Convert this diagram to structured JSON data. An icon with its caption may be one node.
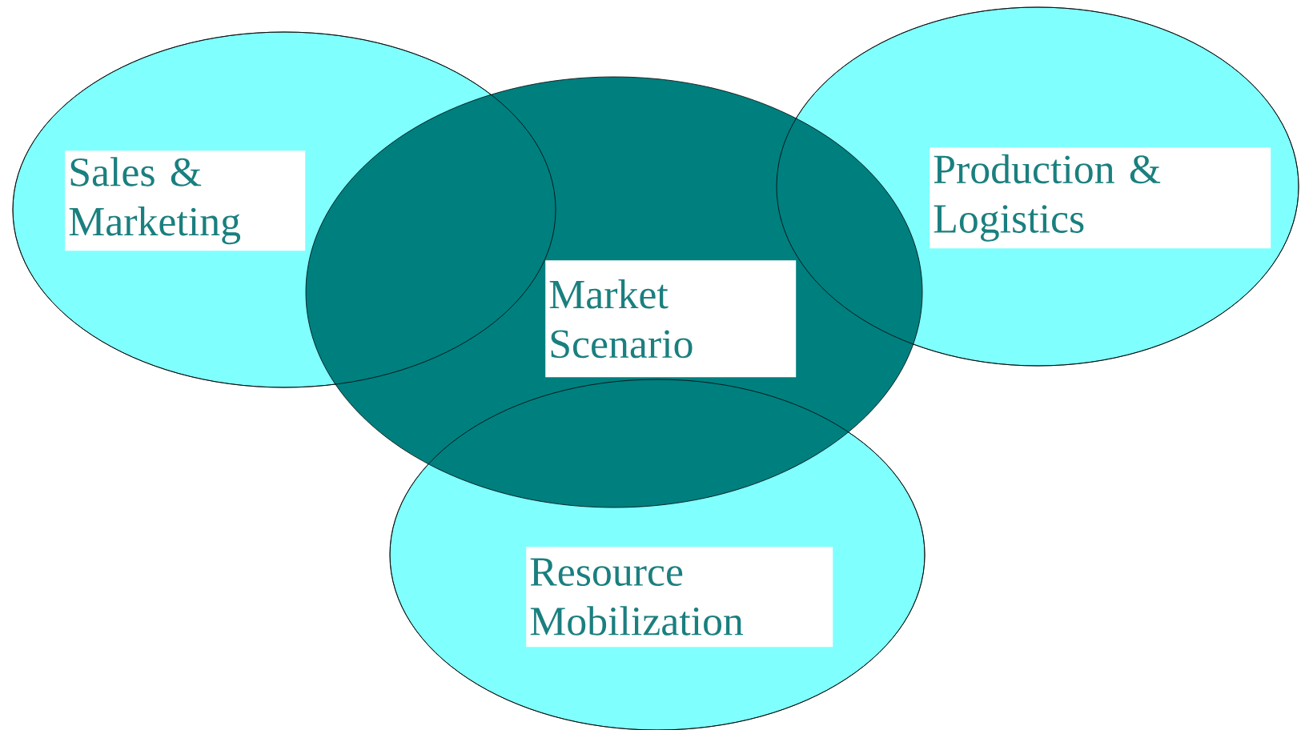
{
  "diagram": {
    "nodes": [
      {
        "text": [
          "Sales & Marketing"
        ]
      },
      {
        "text": [
          "Production & Logistics"
        ]
      },
      {
        "text": [
          "Market Scenario"
        ]
      },
      {
        "text": [
          "Resource Mobilization"
        ]
      }
    ]
  }
}
